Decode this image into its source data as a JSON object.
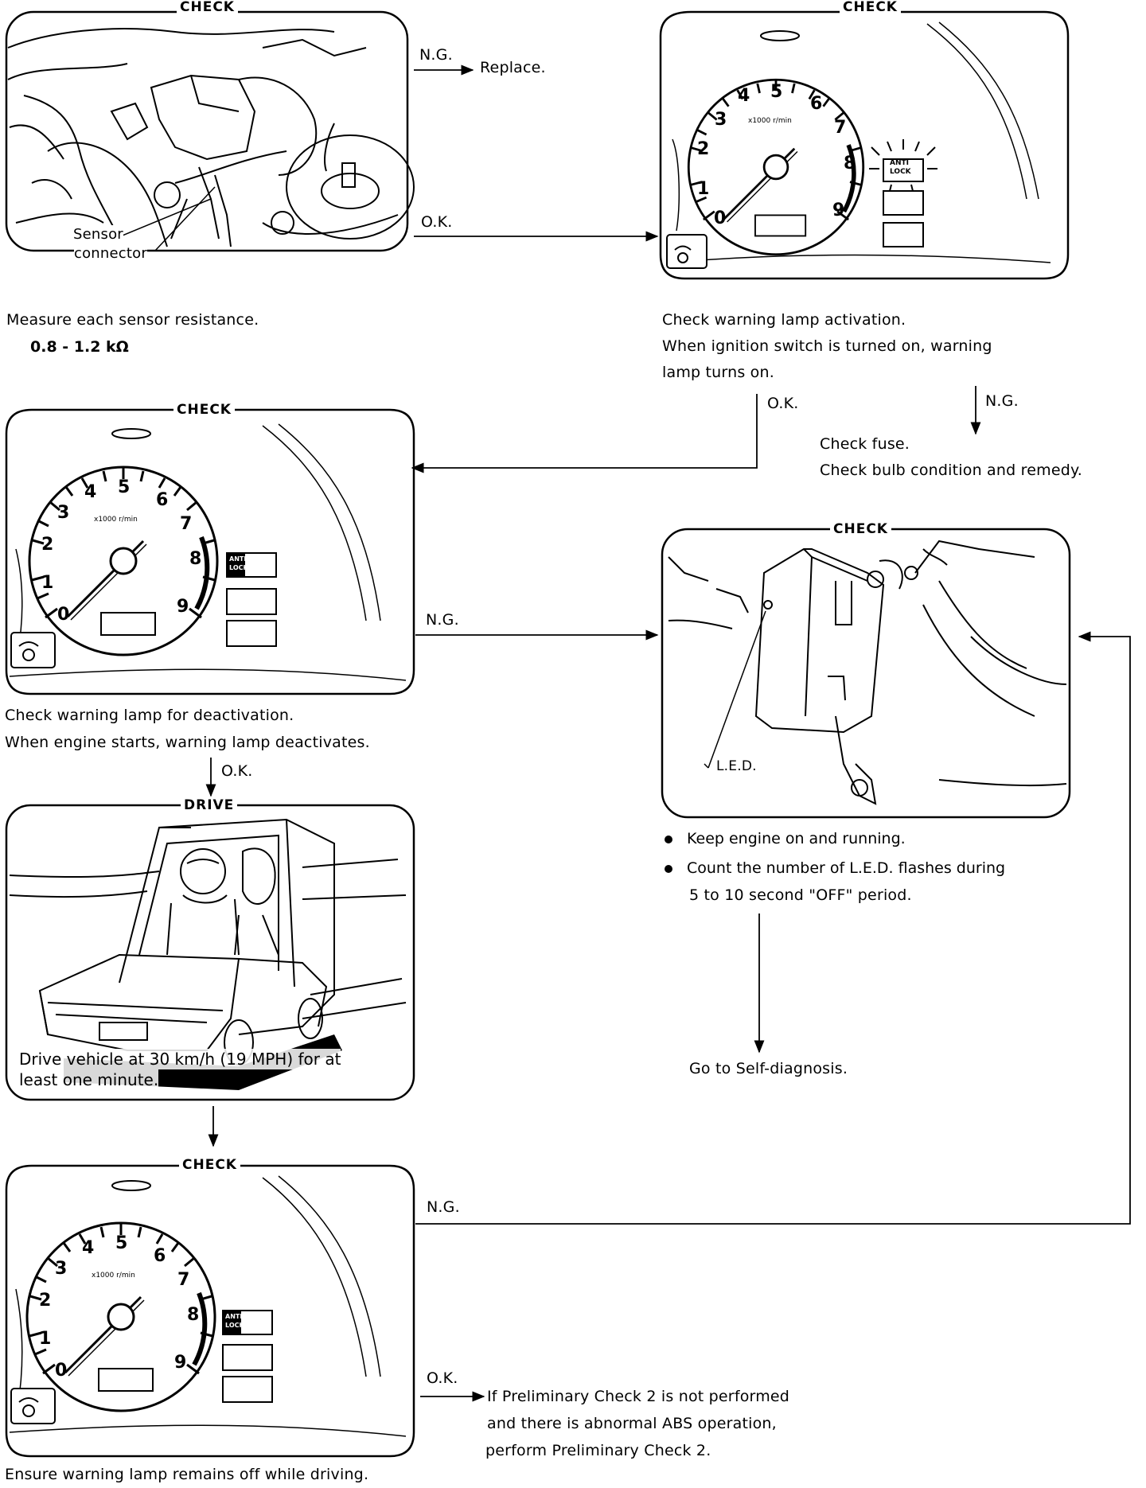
{
  "panels": {
    "sensor": {
      "caption": "CHECK",
      "callout_line1": "Sensor",
      "callout_line2": "connector",
      "desc": "Measure each sensor resistance.",
      "spec": "0.8 - 1.2 kΩ"
    },
    "lamp_on": {
      "caption": "CHECK",
      "desc_lines": [
        "Check warning lamp activation.",
        "When ignition switch is turned on, warning",
        "lamp turns on."
      ]
    },
    "lamp_off": {
      "caption": "CHECK",
      "desc_lines": [
        "Check warning lamp for deactivation.",
        "When engine starts, warning lamp deactivates."
      ]
    },
    "drive": {
      "caption": "DRIVE",
      "desc_lines": [
        "Drive vehicle at 30 km/h (19 MPH) for at",
        "least one minute."
      ]
    },
    "lamp_driving": {
      "caption": "CHECK",
      "desc": "Ensure warning lamp remains off while driving."
    },
    "led": {
      "caption": "CHECK",
      "led_label": "L.E.D.",
      "bullets": [
        "Keep engine on and running.",
        "Count the number of L.E.D. flashes during"
      ],
      "bullet2_cont": "5 to 10 second \"OFF\" period."
    }
  },
  "gauge": {
    "numbers": [
      "0",
      "1",
      "2",
      "3",
      "4",
      "5",
      "6",
      "7",
      "8",
      "9"
    ],
    "unit": "x1000 r/min",
    "lamp_text": [
      "ANTI",
      "LOCK"
    ]
  },
  "flow": {
    "ng": "N.G.",
    "ok": "O.K.",
    "replace": "Replace.",
    "check_fuse": "Check fuse.",
    "check_bulb": "Check bulb condition and remedy.",
    "go_self_diag": "Go to Self-diagnosis.",
    "final_lines": [
      "If Preliminary Check 2 is not performed",
      "and there is abnormal ABS operation,",
      "perform Preliminary Check 2."
    ]
  }
}
